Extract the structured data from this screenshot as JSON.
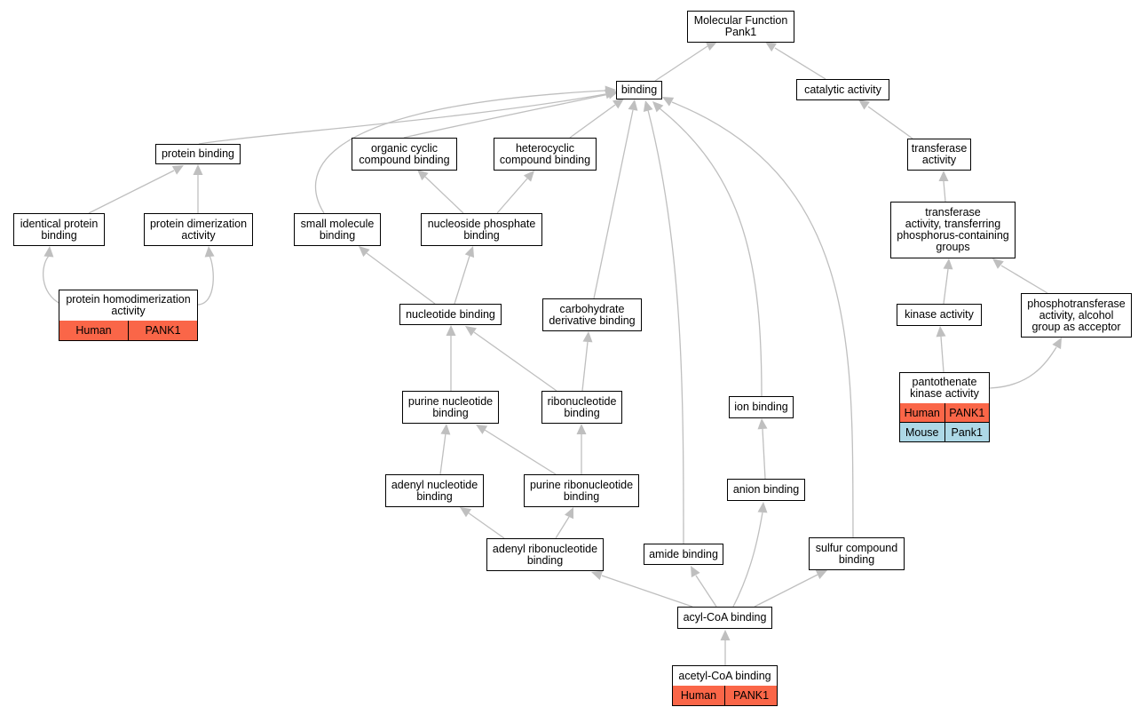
{
  "colors": {
    "edge": "#bfbfbf",
    "human": "#fa6648",
    "mouse": "#add8e6",
    "border": "#000000"
  },
  "nodes": {
    "mf_root": "Molecular Function\nPank1",
    "binding": "binding",
    "catalytic": "catalytic activity",
    "protein_binding": "protein binding",
    "organic_cyclic": "organic cyclic\ncompound binding",
    "heterocyclic": "heterocyclic\ncompound binding",
    "transferase": "transferase\nactivity",
    "identical_protein": "identical protein\nbinding",
    "protein_dimerization": "protein dimerization\nactivity",
    "small_molecule": "small molecule\nbinding",
    "nucleoside_phosphate": "nucleoside phosphate\nbinding",
    "transferase_phosphorus": "transferase\nactivity, transferring\nphosphorus-containing\ngroups",
    "protein_homodimerization": "protein homodimerization\nactivity",
    "nucleotide_binding": "nucleotide binding",
    "carbohydrate_derivative": "carbohydrate\nderivative binding",
    "kinase": "kinase activity",
    "phosphotransferase": "phosphotransferase\nactivity, alcohol\ngroup as acceptor",
    "pantothenate_kinase": "pantothenate\nkinase activity",
    "purine_nucleotide": "purine nucleotide\nbinding",
    "ribonucleotide": "ribonucleotide\nbinding",
    "ion_binding": "ion binding",
    "adenyl_nucleotide": "adenyl nucleotide\nbinding",
    "purine_ribonucleotide": "purine ribonucleotide\nbinding",
    "anion_binding": "anion binding",
    "adenyl_ribonucleotide": "adenyl ribonucleotide\nbinding",
    "amide_binding": "amide binding",
    "sulfur_compound": "sulfur compound\nbinding",
    "acyl_coa": "acyl-CoA binding",
    "acetyl_coa": "acetyl-CoA binding"
  },
  "annotations": {
    "protein_homodimerization": [
      {
        "species": "Human",
        "gene": "PANK1"
      }
    ],
    "pantothenate_kinase": [
      {
        "species": "Human",
        "gene": "PANK1"
      },
      {
        "species": "Mouse",
        "gene": "Pank1"
      }
    ],
    "acetyl_coa": [
      {
        "species": "Human",
        "gene": "PANK1"
      }
    ]
  }
}
